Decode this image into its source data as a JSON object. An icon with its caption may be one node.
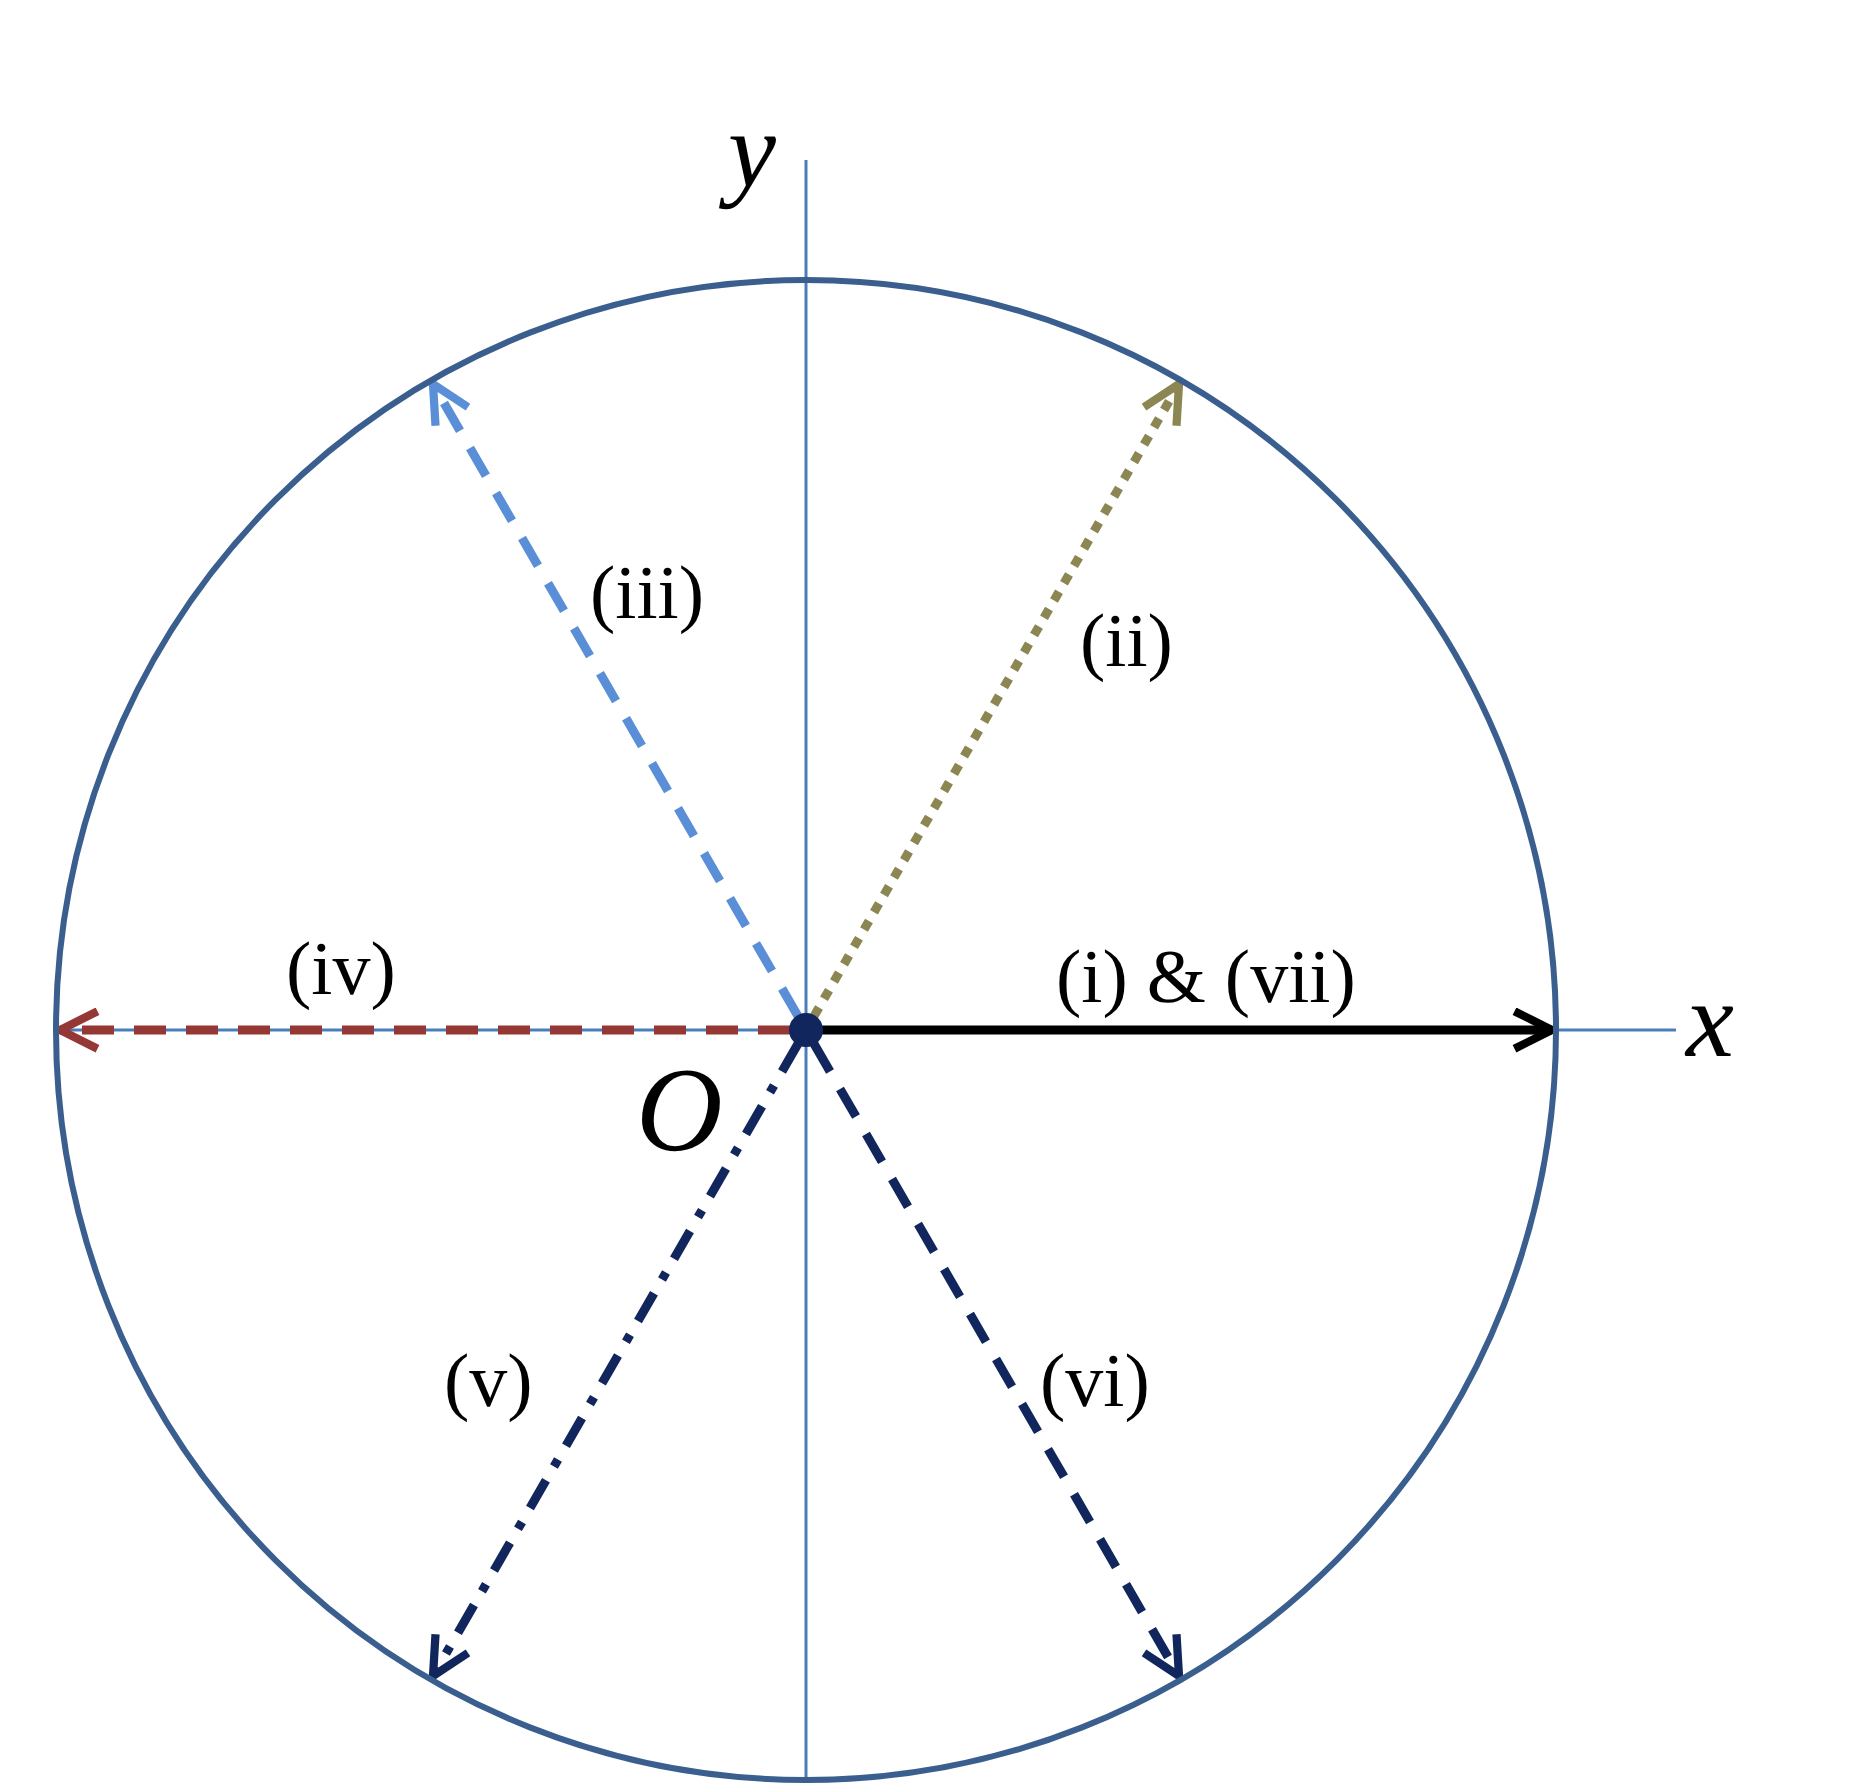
{
  "diagram": {
    "nodes": [
      {
        "text": [],
        "shape": "circle"
      },
      {
        "text": [],
        "shape": "circle",
        "beside": [
          "O"
        ],
        "in": 0
      }
    ],
    "edges": [
      {
        "from": 1,
        "to": 0,
        "arrow": "to",
        "label": "(i) & (vii)",
        "color": "#000000"
      },
      {
        "from": 1,
        "to": 0,
        "arrow": "to",
        "label": "(ii)",
        "style": "dashed",
        "color": "#8c8652"
      },
      {
        "from": 1,
        "to": 0,
        "arrow": "to",
        "label": "(iii)",
        "style": "dashed",
        "color": "#5a8fd8"
      },
      {
        "from": 1,
        "to": 0,
        "arrow": "to",
        "label": "(iv)",
        "style": "dashed",
        "color": "#953735"
      },
      {
        "from": 1,
        "to": 0,
        "arrow": "to",
        "label": "(v)",
        "style": "dashed",
        "color": "#10265c"
      },
      {
        "from": 1,
        "to": 0,
        "arrow": "to",
        "label": "(vi)",
        "style": "dashed",
        "color": "#10265c"
      }
    ],
    "labels": [
      "y",
      "x"
    ]
  }
}
